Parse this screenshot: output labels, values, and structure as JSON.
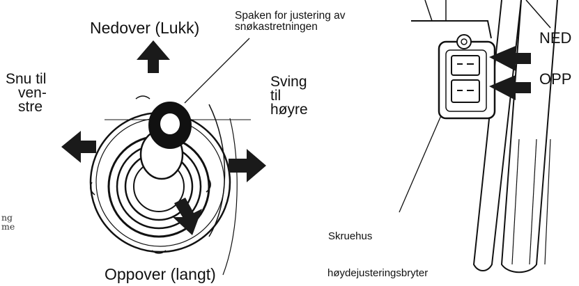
{
  "labels": {
    "top_down_close": "Nedover (Lukk)",
    "lever_caption_line1": "Spaken for justering av",
    "lever_caption_line2": "snøkastretningen",
    "left_line1": "Snu til",
    "left_line2": "ven-",
    "left_line3": "stre",
    "right_line1": "Sving",
    "right_line2": "til",
    "right_line3": "høyre",
    "bottom_up_far": "Oppover (langt)",
    "button_down": "NED",
    "button_up": "OPP",
    "housing": "Skruehus",
    "height_switch": "høydejusteringsbryter",
    "cut_text_line1": "ng",
    "cut_text_line2": "me"
  },
  "colors": {
    "ink": "#111111",
    "paper": "#ffffff",
    "arrow": "#1a1a1a"
  }
}
